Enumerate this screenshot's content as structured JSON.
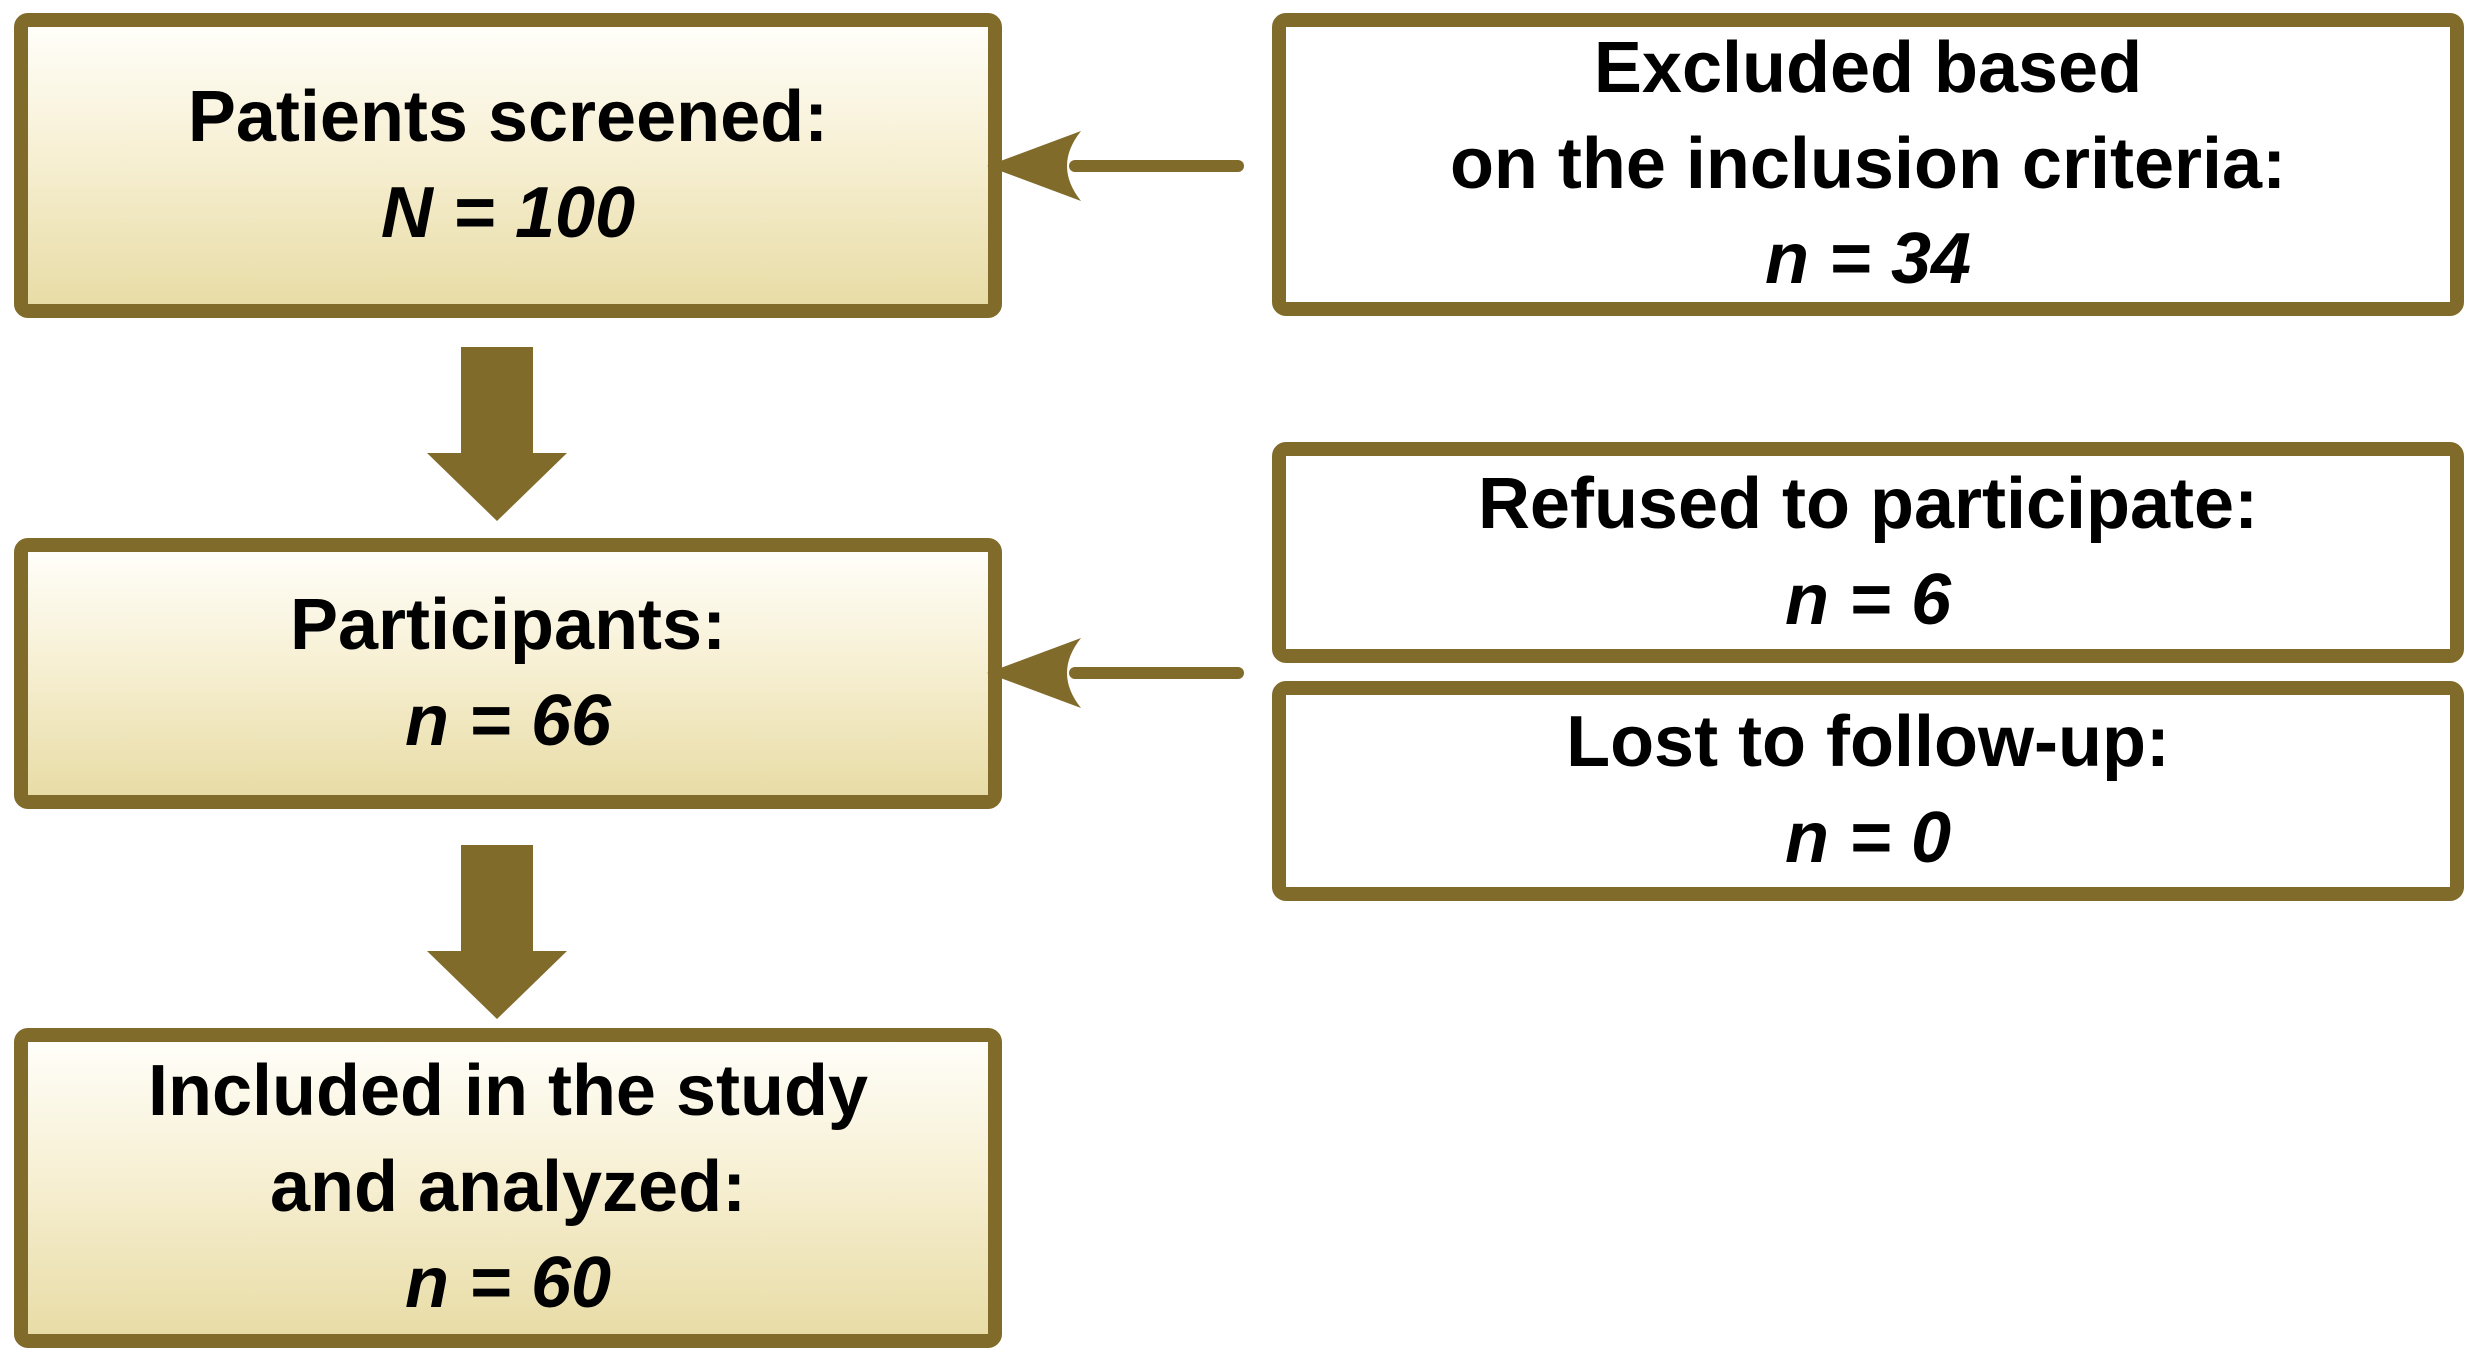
{
  "diagram": {
    "type": "study-flowchart",
    "boxes": {
      "screened": {
        "lines": [
          "Patients screened:"
        ],
        "value": "N = 100"
      },
      "participants": {
        "lines": [
          "Participants:"
        ],
        "value": "n = 66"
      },
      "included": {
        "lines": [
          "Included in the study",
          "and analyzed:"
        ],
        "value": "n = 60"
      },
      "excluded": {
        "lines": [
          "Excluded based",
          "on the inclusion criteria:"
        ],
        "value": "n = 34"
      },
      "refused": {
        "lines": [
          "Refused to participate:"
        ],
        "value": "n = 6"
      },
      "lost": {
        "lines": [
          "Lost to follow-up:"
        ],
        "value": "n = 0"
      }
    },
    "arrows": [
      {
        "from": "screened",
        "to": "participants",
        "direction": "down"
      },
      {
        "from": "participants",
        "to": "included",
        "direction": "down"
      },
      {
        "from": "excluded",
        "to": "screened",
        "direction": "left"
      },
      {
        "from": "refused-lost",
        "to": "participants",
        "direction": "left"
      }
    ],
    "colors": {
      "accent_brown": "#816B2B",
      "left_box_fill_top": "#FFFEF9",
      "left_box_fill_bottom": "#E8DCA6",
      "right_box_fill": "#FFFFFF",
      "text": "#000000",
      "background": "#FFFFFF"
    }
  }
}
